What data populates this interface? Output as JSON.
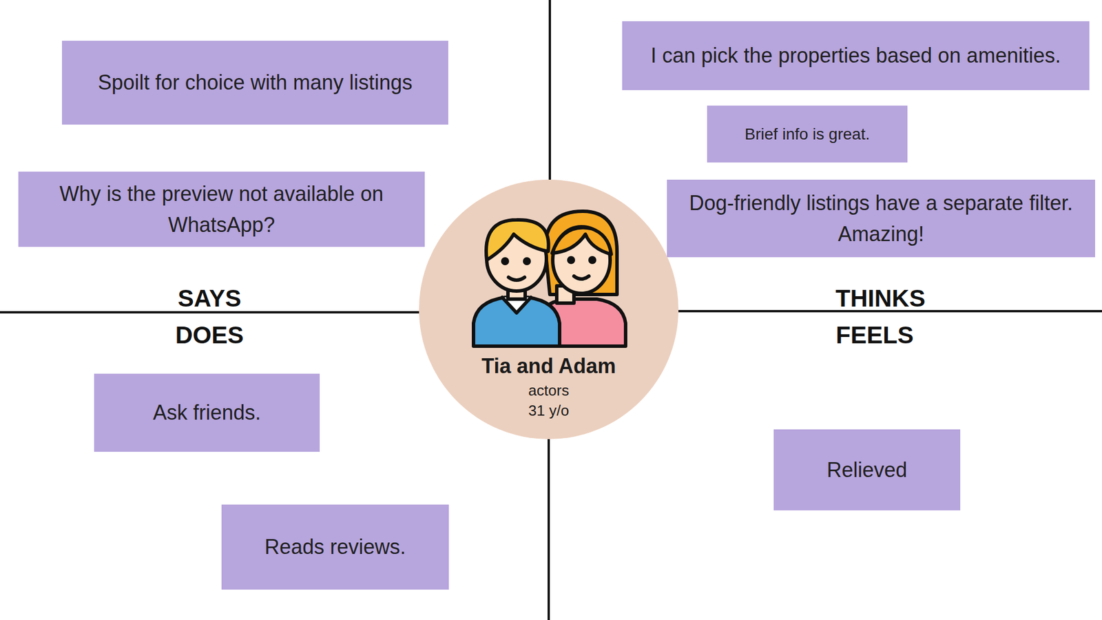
{
  "diagram": {
    "nodes": [
      {
        "text": [
          "Spoilt for choice with many listings"
        ]
      },
      {
        "text": [
          "I can pick the properties based on amenities."
        ]
      },
      {
        "text": [
          "Brief info is great."
        ]
      },
      {
        "text": [
          "Why is the preview not available on WhatsApp?"
        ]
      },
      {
        "text": [
          "Dog-friendly listings have a separate filter. Amazing!"
        ]
      },
      {
        "text": [
          "Tia and Adam",
          "actors",
          "31 y/o"
        ]
      },
      {
        "text": [
          "Ask friends."
        ]
      },
      {
        "text": [
          "Relieved"
        ]
      },
      {
        "text": [
          "Reads reviews."
        ]
      }
    ],
    "labels": [
      "SAYS",
      "DOES",
      "THINKS",
      "FEELS"
    ]
  }
}
